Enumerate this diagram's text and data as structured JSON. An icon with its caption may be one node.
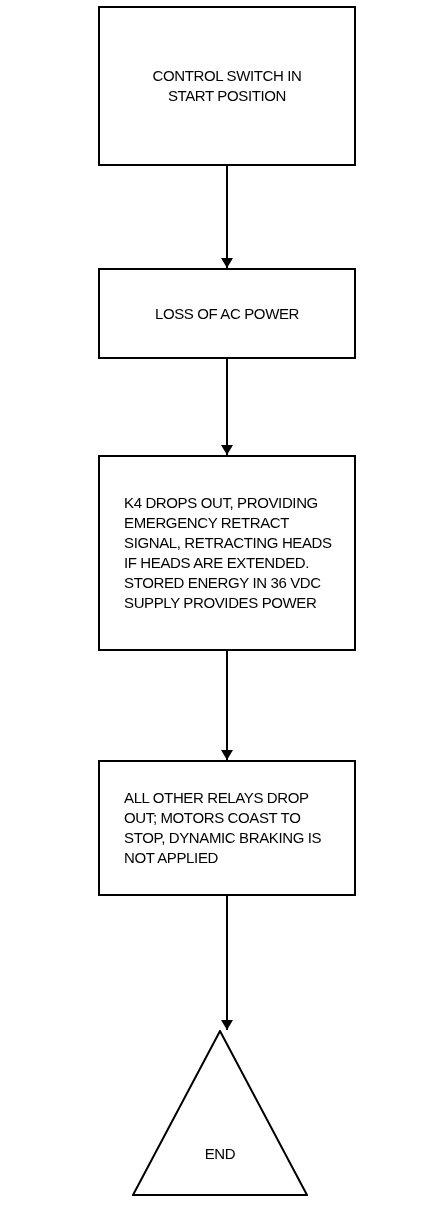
{
  "diagram": {
    "nodes": [
      {
        "text": [
          "CONTROL SWITCH IN START POSITION"
        ]
      },
      {
        "text": [
          "LOSS OF AC POWER"
        ]
      },
      {
        "text": [
          "K4 DROPS OUT, PROVIDING EMERGENCY RETRACT SIGNAL, RETRACTING HEADS IF HEADS ARE EXTENDED. STORED ENERGY IN 36 VDC SUPPLY PROVIDES POWER"
        ]
      },
      {
        "text": [
          "ALL OTHER RELAYS DROP OUT; MOTORS COAST TO STOP, DYNAMIC BRAKING IS NOT APPLIED"
        ]
      },
      {
        "text": [
          "END"
        ]
      }
    ],
    "edges": [
      {
        "from": 0,
        "to": 1,
        "arrow": "to"
      },
      {
        "from": 1,
        "to": 2,
        "arrow": "to"
      },
      {
        "from": 2,
        "to": 3,
        "arrow": "to"
      },
      {
        "from": 3,
        "to": 4,
        "arrow": "to"
      }
    ]
  }
}
